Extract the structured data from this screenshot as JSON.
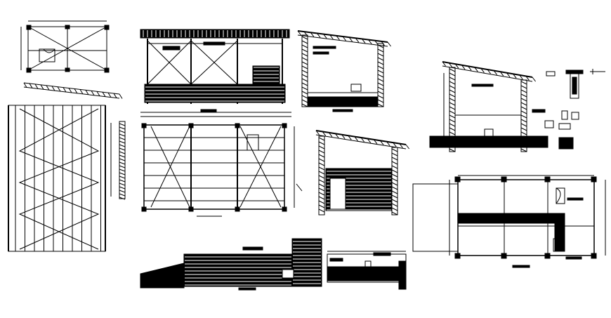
{
  "drawing": {
    "background": "#ffffff",
    "ink": "#000000",
    "views": [
      "top-frame-plan",
      "roof-rafter-detail",
      "roof-framing-plan",
      "column-strip-detail",
      "front-elevation-braced",
      "floor-plan-braced",
      "side-section-truss",
      "side-elevation-wall",
      "right-section-truss",
      "connection-details",
      "lower-elevation-strip",
      "small-section-detail",
      "right-floor-plan"
    ]
  }
}
